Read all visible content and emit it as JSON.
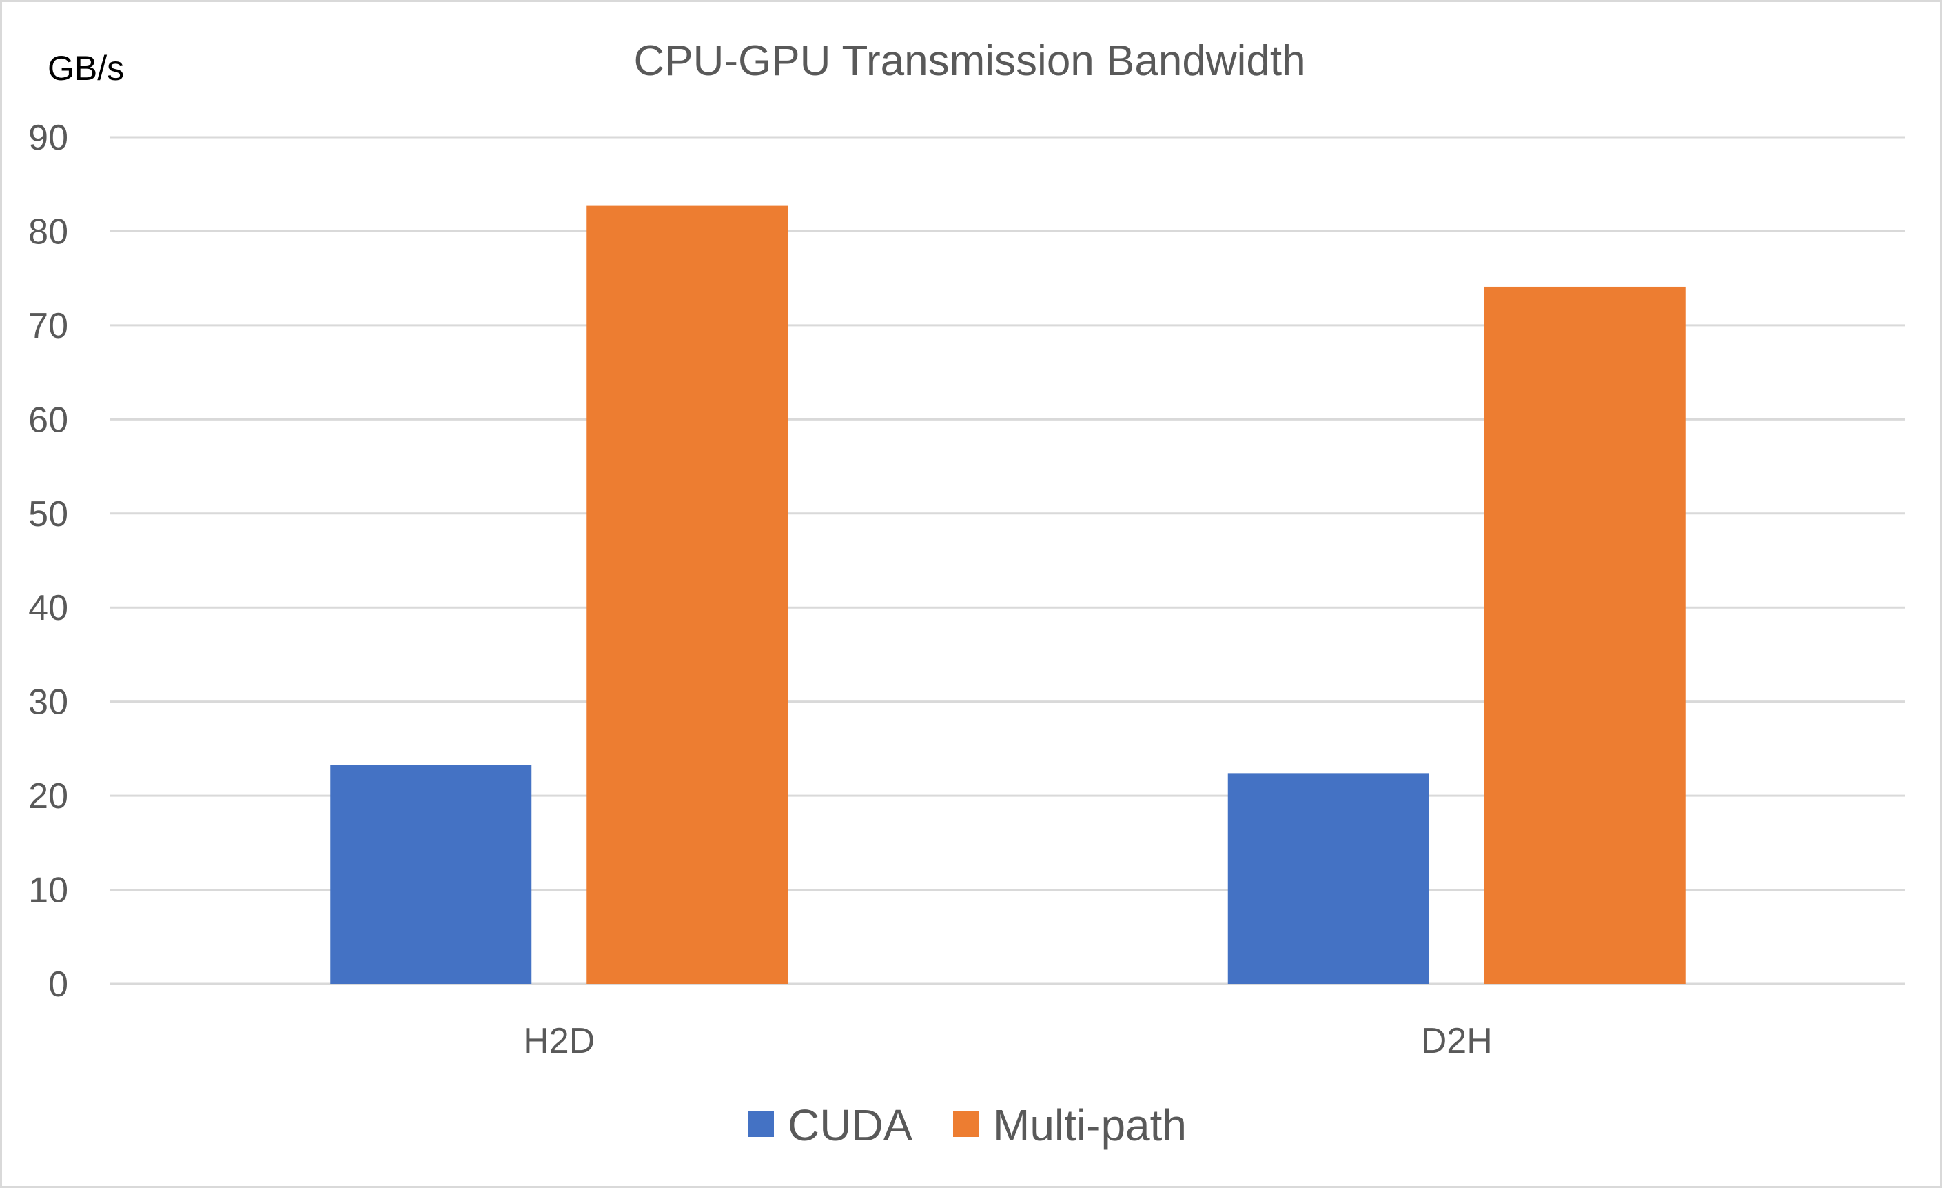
{
  "chart_data": {
    "type": "bar",
    "title": "CPU-GPU Transmission Bandwidth",
    "ylabel": "GB/s",
    "xlabel": "",
    "categories": [
      "H2D",
      "D2H"
    ],
    "series": [
      {
        "name": "CUDA",
        "color": "#4472c4",
        "values": [
          23.3,
          22.4
        ]
      },
      {
        "name": "Multi-path",
        "color": "#ed7d31",
        "values": [
          82.7,
          74.1
        ]
      }
    ],
    "ylim": [
      0,
      90
    ],
    "yticks": [
      "0",
      "10",
      "20",
      "30",
      "40",
      "50",
      "60",
      "70",
      "80",
      "90"
    ],
    "grid": true,
    "legend_position": "bottom"
  }
}
